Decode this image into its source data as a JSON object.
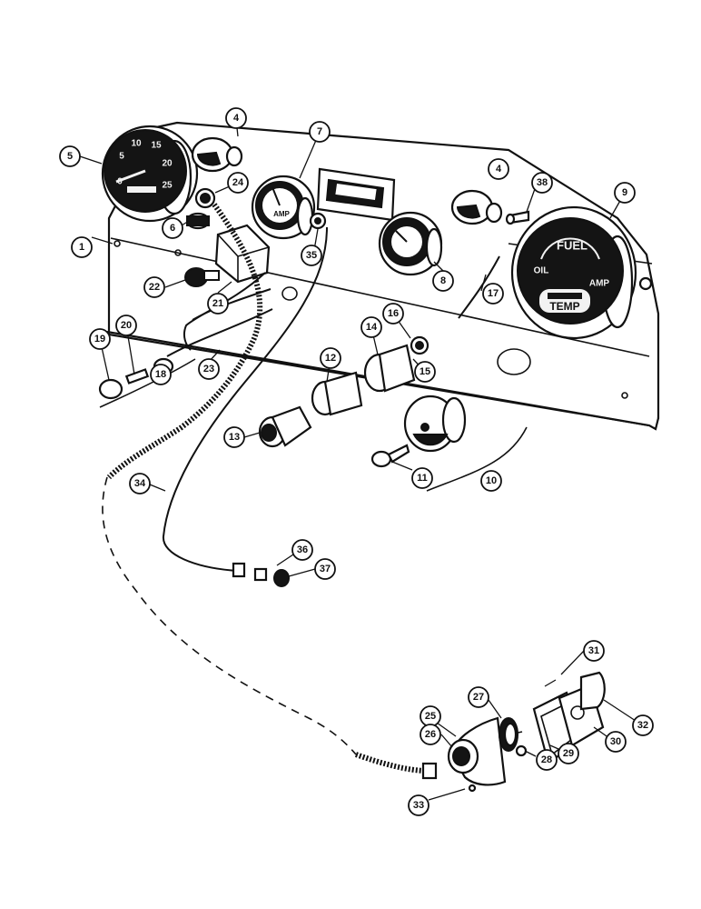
{
  "callouts": [
    "1",
    "4",
    "4",
    "5",
    "6",
    "7",
    "8",
    "9",
    "10",
    "11",
    "12",
    "13",
    "14",
    "15",
    "16",
    "17",
    "18",
    "19",
    "20",
    "21",
    "22",
    "23",
    "24",
    "25",
    "26",
    "27",
    "28",
    "29",
    "30",
    "31",
    "32",
    "33",
    "34",
    "35",
    "36",
    "37",
    "38"
  ],
  "tachometer_scale": [
    "0",
    "5",
    "10",
    "15",
    "20",
    "25"
  ],
  "gauge_labels": {
    "fuel": "FUEL",
    "oil": "OIL",
    "amp": "AMP",
    "temp": "TEMP"
  },
  "ammeter_label": "AMP"
}
